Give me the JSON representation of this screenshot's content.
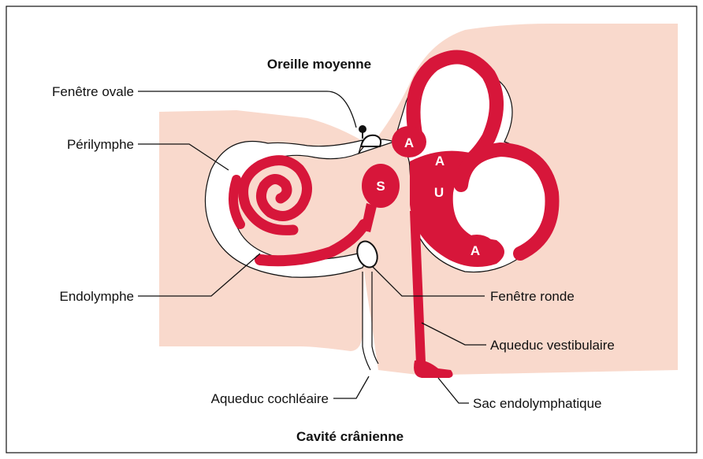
{
  "titles": {
    "middle_ear": "Oreille moyenne",
    "cranial_cavity": "Cavité crânienne"
  },
  "labels": {
    "oval_window": "Fenêtre ovale",
    "perilymph": "Périlymphe",
    "endolymph": "Endolymphe",
    "round_window": "Fenêtre ronde",
    "vestibular_aqueduct": "Aqueduc vestibulaire",
    "cochlear_aqueduct": "Aqueduc cochléaire",
    "endolymphatic_sac": "Sac endolymphatique"
  },
  "structure_letters": {
    "ampulla_top": "A",
    "ampulla_middle": "A",
    "ampulla_bottom": "A",
    "saccule": "S",
    "utricle": "U"
  },
  "colors": {
    "bone": "#f9d9cc",
    "membranous_labyrinth": "#d7163a",
    "perilymph_space": "#ffffff",
    "outline": "#111111"
  }
}
